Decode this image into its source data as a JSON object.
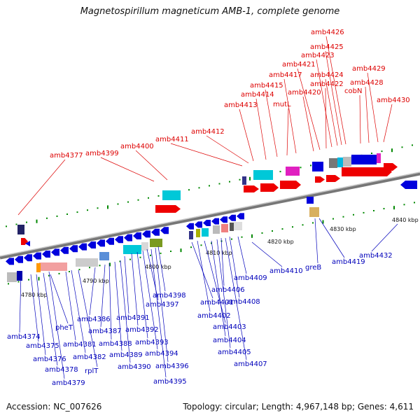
{
  "title": "Magnetospirillum magneticum AMB-1, complete genome",
  "accession": "Accession: NC_007626",
  "summary": "Topology: circular; Length: 4,967,148 bp; Genes: 4,611",
  "colors": {
    "forward_gene": "#ee0000",
    "reverse_gene": "#0000dd",
    "label_forward": "#dd0000",
    "label_reverse": "#0000bb",
    "backbone": "#999999",
    "tick_marks": "#008800"
  },
  "scale": {
    "ticks": [
      {
        "label": "4780 kbp"
      },
      {
        "label": "4790 kbp"
      },
      {
        "label": "4800 kbp"
      },
      {
        "label": "4810 kbp"
      },
      {
        "label": "4820 kbp"
      },
      {
        "label": "4830 kbp"
      },
      {
        "label": "4840 kbp"
      }
    ]
  },
  "forward_labels": [
    "amb4377",
    "amb4399",
    "amb4400",
    "amb4411",
    "amb4412",
    "amb4413",
    "amb4414",
    "amb4415",
    "mutL",
    "amb4417",
    "amb4420",
    "amb4421",
    "amb4422",
    "amb4423",
    "amb4424",
    "amb4425",
    "amb4426",
    "cobN",
    "amb4428",
    "amb4429",
    "amb4430"
  ],
  "reverse_labels": [
    "amb4374",
    "amb4375",
    "amb4376",
    "amb4378",
    "amb4379",
    "pheT",
    "amb4381",
    "amb4382",
    "rplT",
    "amb4386",
    "amb4387",
    "amb4388",
    "amb4389",
    "amb4390",
    "amb4391",
    "amb4392",
    "amb4393",
    "amb4394",
    "amb4395",
    "amb4396",
    "amb4397",
    "amb4398",
    "amb4401",
    "amb4402",
    "amb4403",
    "amb4404",
    "amb4405",
    "amb4406",
    "amb4407",
    "amb4408",
    "amb4409",
    "amb4410",
    "greB",
    "amb4419",
    "amb4432"
  ]
}
